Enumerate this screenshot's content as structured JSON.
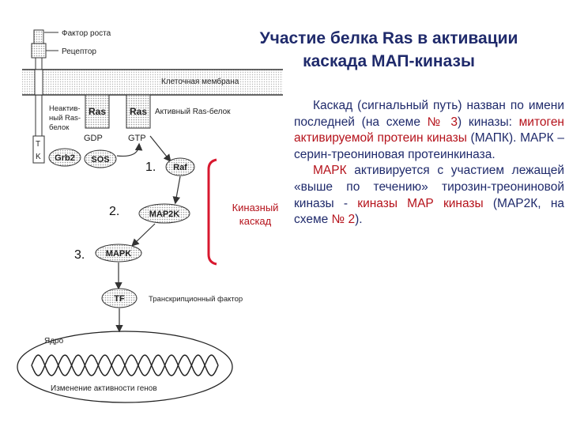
{
  "title_line1": "Участие белка Ras в активации",
  "title_line2": "каскада МАП-киназы",
  "diagram": {
    "growth_factor": "Фактор роста",
    "receptor": "Рецептор",
    "membrane": "Клеточная мембрана",
    "inactive1": "Неактив-",
    "inactive2": "ный Ras-",
    "inactive3": "белок",
    "active": "Активный Ras-белок",
    "ras": "Ras",
    "gdp": "GDP",
    "gtp": "GTP",
    "tk_t": "T",
    "tk_k": "K",
    "grb2": "Grb2",
    "sos": "SOS",
    "raf": "Raf",
    "map2k": "MAP2K",
    "mapk": "MAPK",
    "tf": "TF",
    "tf_label": "Транскрипционный фактор",
    "nucleus": "Ядро",
    "gene_change": "Изменение активности генов",
    "num1": "1.",
    "num2": "2.",
    "num3": "3.",
    "kinase1": "Киназный",
    "kinase2": "каскад"
  },
  "description": {
    "p1_a": "Каскад (сигнальный путь) назван по имени последней (на схеме ",
    "p1_num": "№ 3",
    "p1_b": ") киназы: ",
    "p1_red": "митоген активируемой протеин киназы",
    "p1_c": " (МАПК). МАРК – серин-треониновая протеинкиназа.",
    "p2_red1": "МАРК",
    "p2_a": " активируется с участием лежащей «выше по течению» тирозин-треониновой киназы - ",
    "p2_red2": "киназы МАР киназы",
    "p2_b": " (МАР2К, на схеме ",
    "p2_num": "№ 2",
    "p2_c": ")."
  },
  "colors": {
    "title": "#1f2a6b",
    "accent": "#b5121b",
    "bracket": "#d8182f"
  }
}
